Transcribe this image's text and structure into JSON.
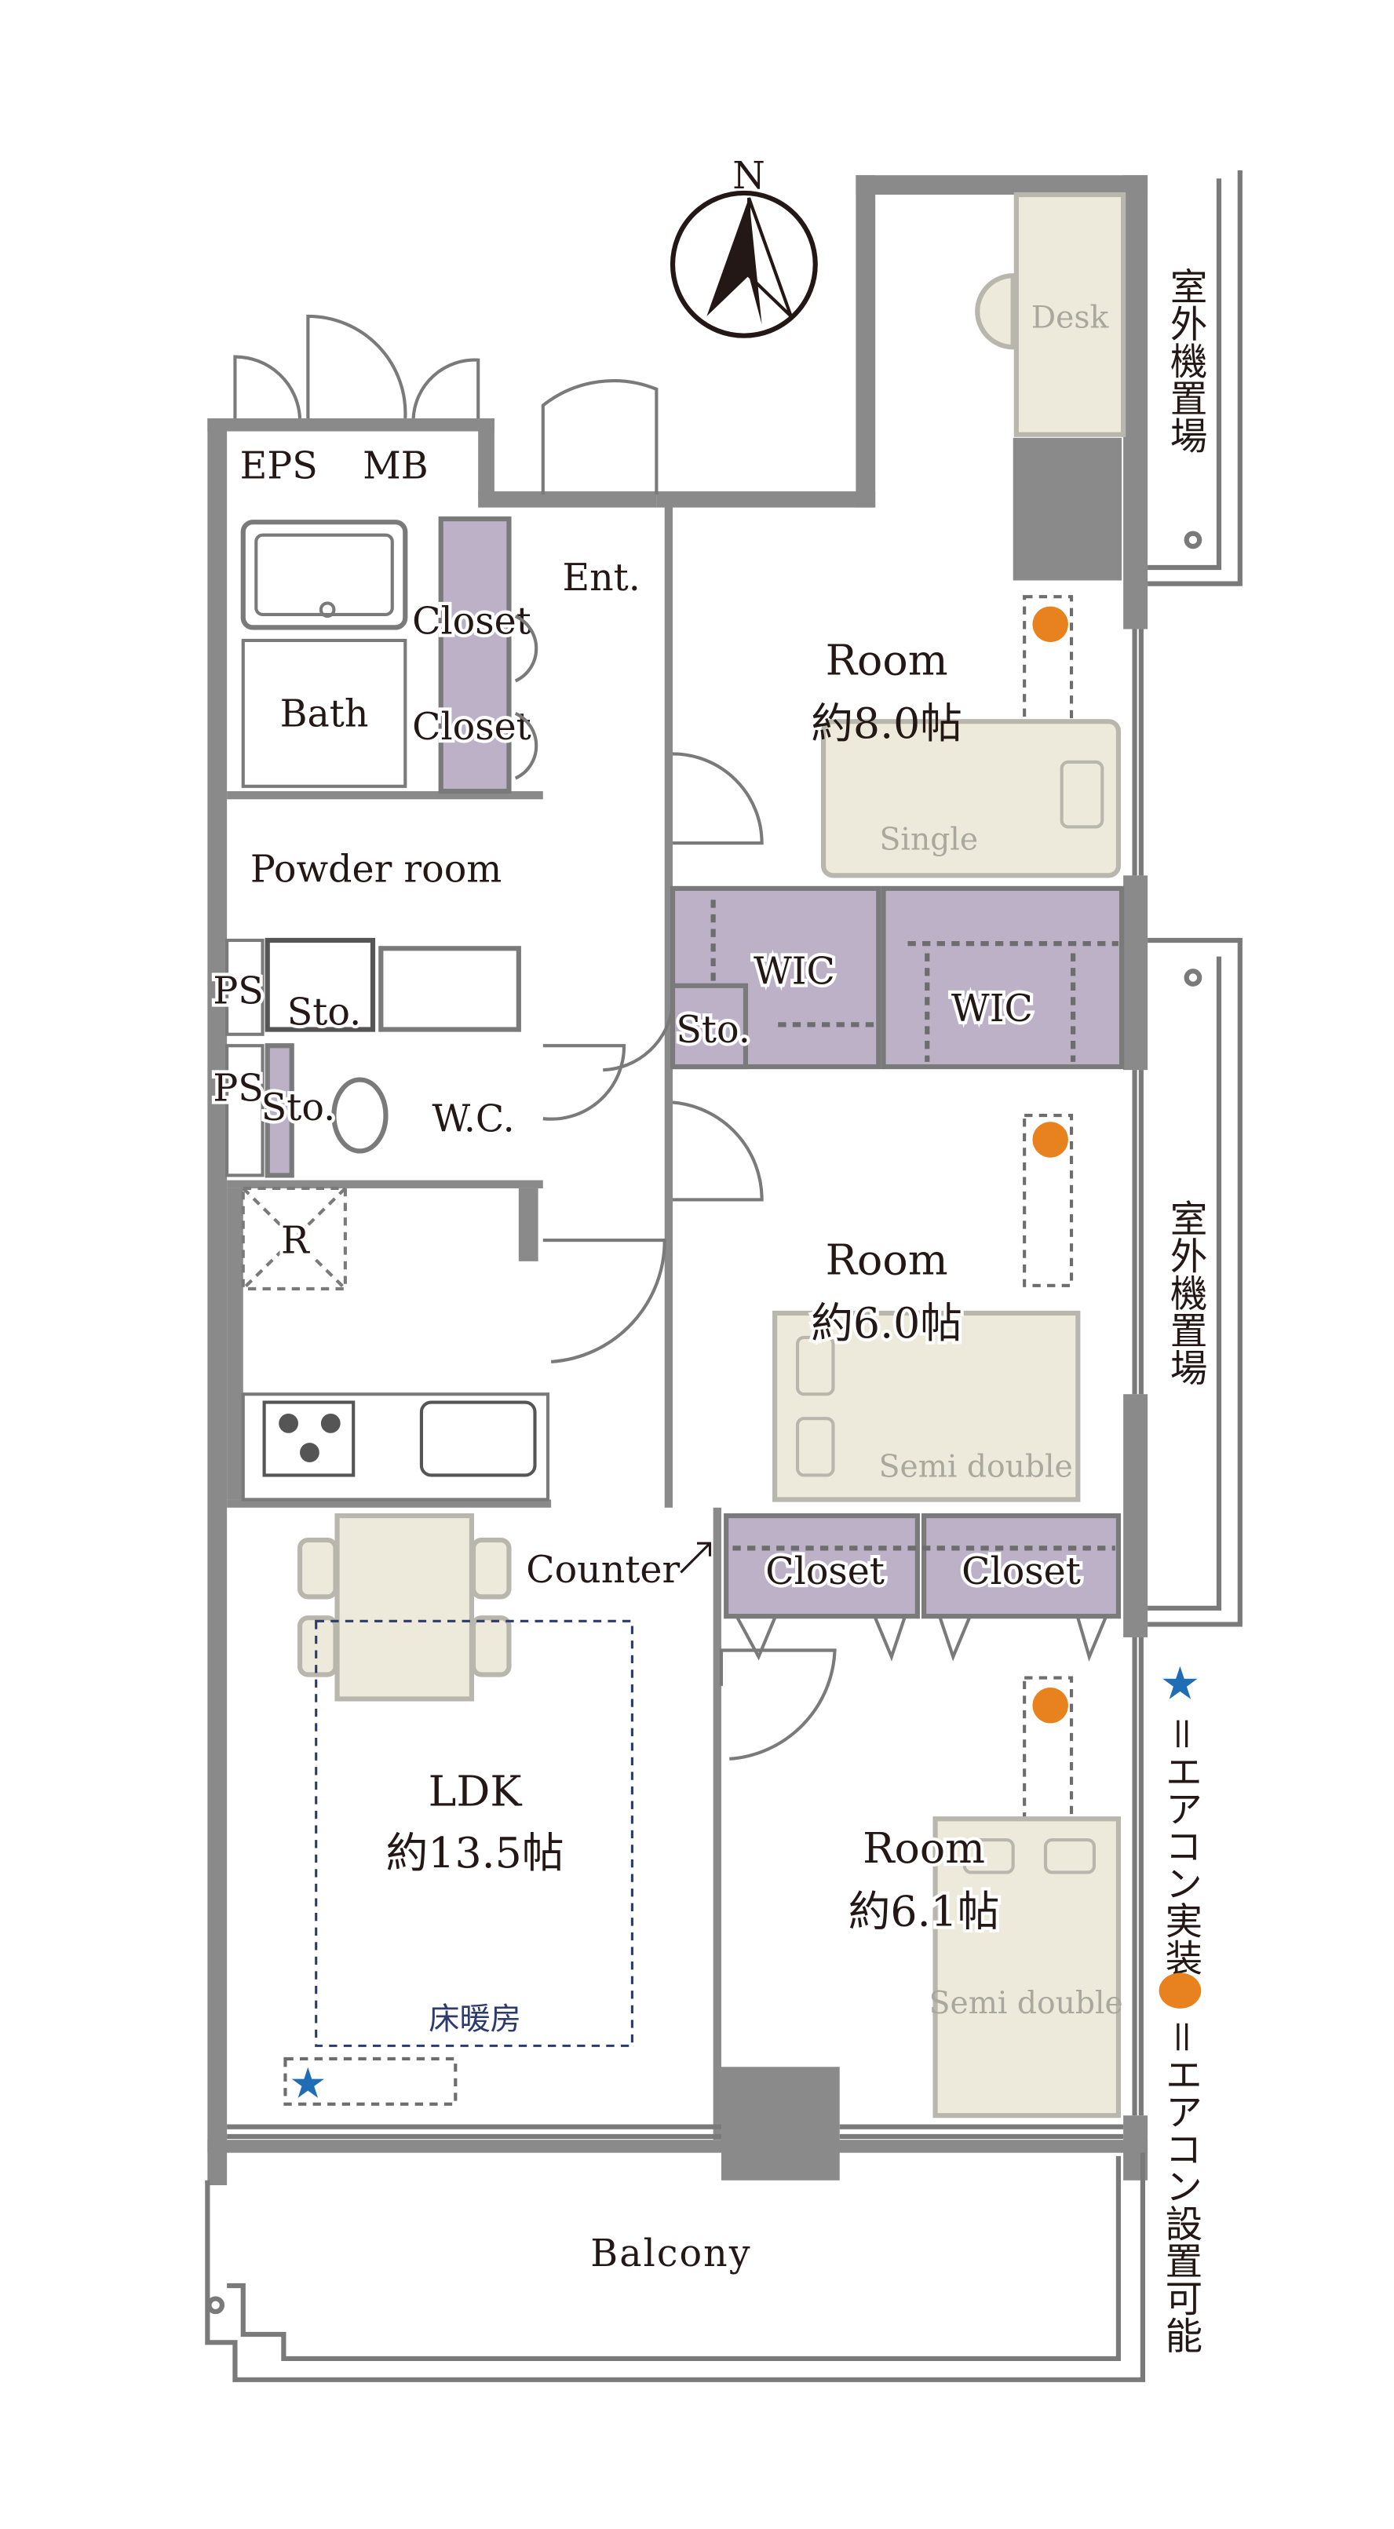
{
  "compass": {
    "label": "N"
  },
  "utility": {
    "eps": "EPS",
    "mb": "MB",
    "ps1": "PS",
    "ps2": "PS",
    "r": "R"
  },
  "entrance": {
    "label": "Ent."
  },
  "bath": {
    "label": "Bath",
    "closet1": "Closet",
    "closet2": "Closet"
  },
  "powder_room": {
    "label": "Powder room",
    "storage": "Sto."
  },
  "wc": {
    "label": "W.C.",
    "storage": "Sto."
  },
  "room1": {
    "name": "Room",
    "size": "約8.0帖",
    "bed": "Single",
    "desk": "Desk",
    "wic": "WIC",
    "storage": "Sto."
  },
  "room2": {
    "name": "Room",
    "size": "約6.0帖",
    "bed": "Semi double",
    "wic": "WIC"
  },
  "room3": {
    "name": "Room",
    "size": "約6.1帖",
    "bed": "Semi double",
    "closet1": "Closet",
    "closet2": "Closet"
  },
  "ldk": {
    "name": "LDK",
    "size": "約13.5帖",
    "floor_heating": "床暖房",
    "counter": "Counter"
  },
  "outdoor_unit": {
    "label1": "室外機置場",
    "label2": "室外機置場"
  },
  "balcony": {
    "label": "Balcony"
  },
  "legend": {
    "installed": "＝エアコン実装",
    "installable": "＝エアコン設置可能"
  },
  "colors": {
    "star": "#1f6db5",
    "dot": "#e8821e",
    "closet": "#bcb1c6",
    "wall": "#8a8a8a",
    "furniture": "#eeeadb",
    "floor_heating": "#2c3a6e"
  }
}
